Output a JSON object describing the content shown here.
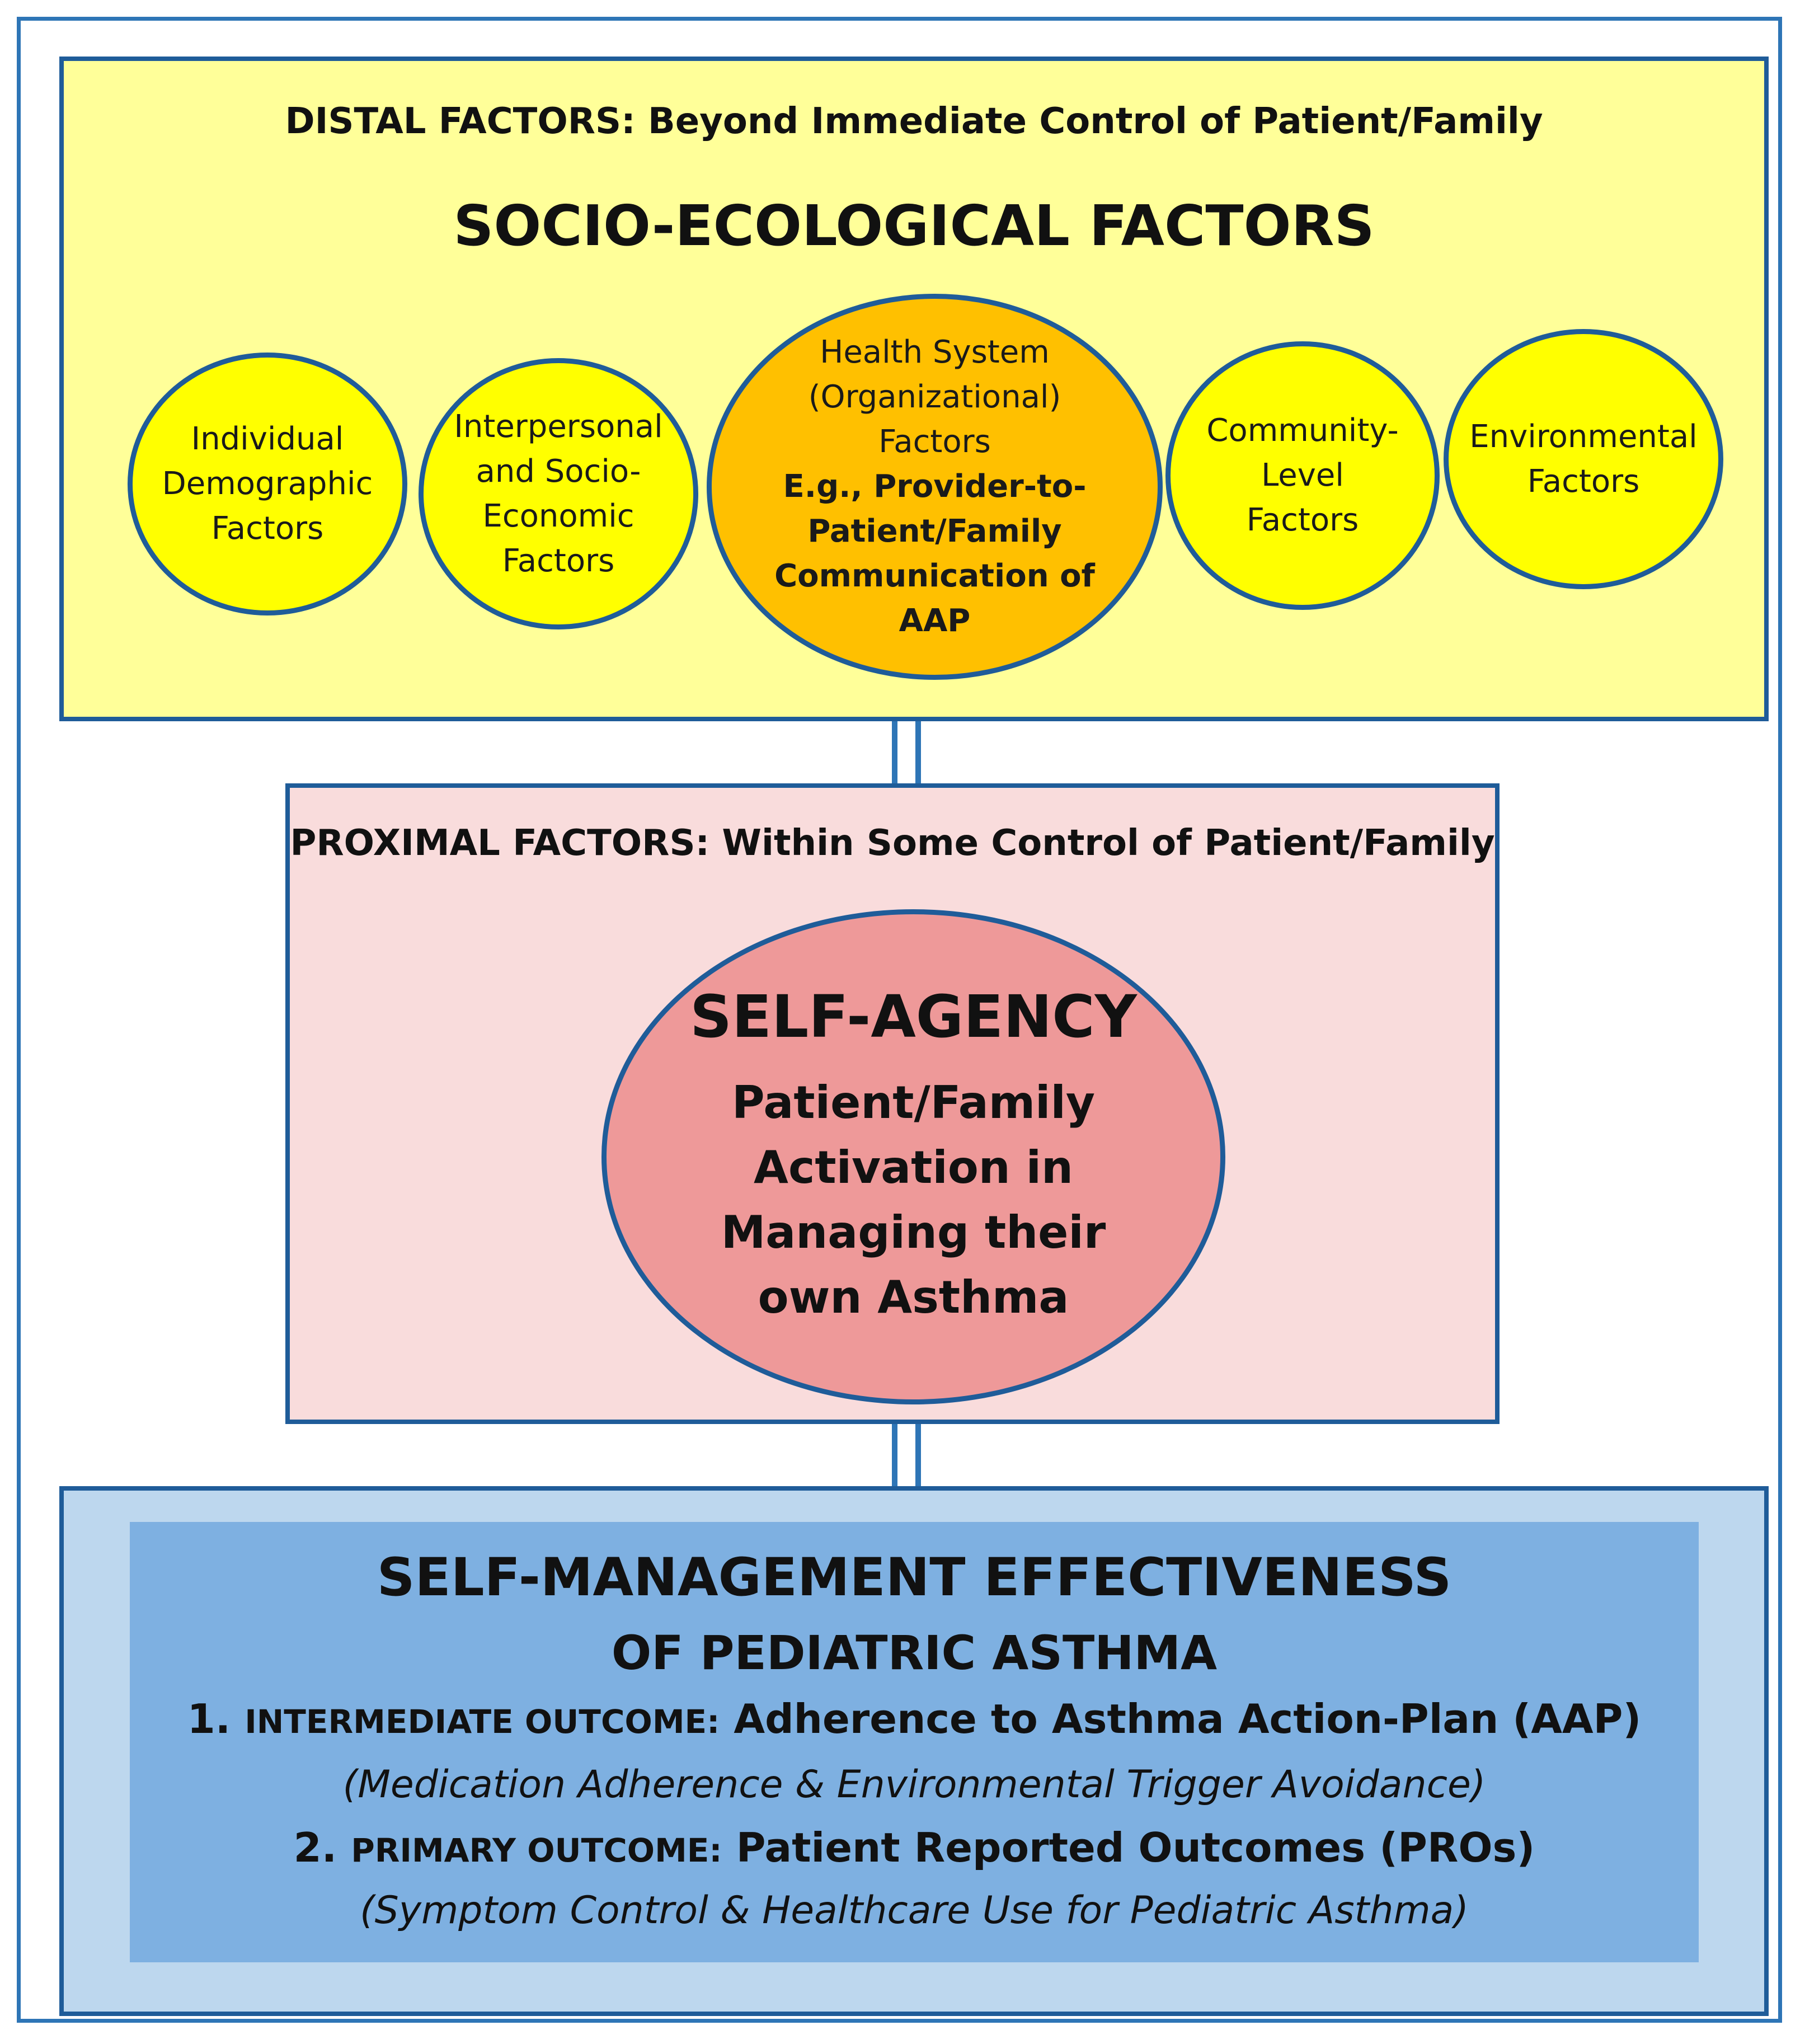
{
  "distal": {
    "header_label": "DISTAL FACTORS:",
    "header_text": "Beyond Immediate Control of Patient/Family",
    "title": "SOCIO-ECOLOGICAL FACTORS",
    "circles": [
      {
        "lines": [
          "Individual",
          "Demographic",
          "Factors"
        ]
      },
      {
        "lines": [
          "Interpersonal",
          "and Socio-",
          "Economic",
          "Factors"
        ]
      },
      {
        "lines": [
          "Health System",
          "(Organizational)",
          "Factors"
        ],
        "bold_lines": [
          "E.g., Provider-to-",
          "Patient/Family",
          "Communication of",
          "AAP"
        ]
      },
      {
        "lines": [
          "Community-",
          "Level",
          "Factors"
        ]
      },
      {
        "lines": [
          "Environmental",
          "Factors"
        ]
      }
    ]
  },
  "proximal": {
    "header_label": "PROXIMAL FACTORS:",
    "header_text": "Within Some Control of Patient/Family",
    "title": "SELF-AGENCY",
    "lines": [
      "Patient/Family",
      "Activation in",
      "Managing their",
      "own  Asthma"
    ]
  },
  "outcome": {
    "title_line1": "SELF-MANAGEMENT EFFECTIVENESS",
    "title_line2": "OF PEDIATRIC  ASTHMA",
    "item1_num": "1.",
    "item1_label": "INTERMEDIATE OUTCOME:",
    "item1_text": "Adherence to Asthma Action-Plan (AAP)",
    "item1_note": "(Medication Adherence & Environmental Trigger Avoidance)",
    "item2_num": "2.",
    "item2_label": "PRIMARY OUTCOME:",
    "item2_text": "Patient Reported Outcomes (PROs)",
    "item2_note": "(Symptom Control & Healthcare Use for Pediatric Asthma)"
  },
  "colors": {
    "distal_bg": "#ffff99",
    "circle_yellow": "#ffff00",
    "circle_orange": "#ffc000",
    "proximal_bg": "#f9dcdc",
    "self_agency": "#ee9999",
    "outcome_outer": "#bdd7ee",
    "outcome_inner": "#7eb0e1",
    "border": "#1f5c99"
  }
}
